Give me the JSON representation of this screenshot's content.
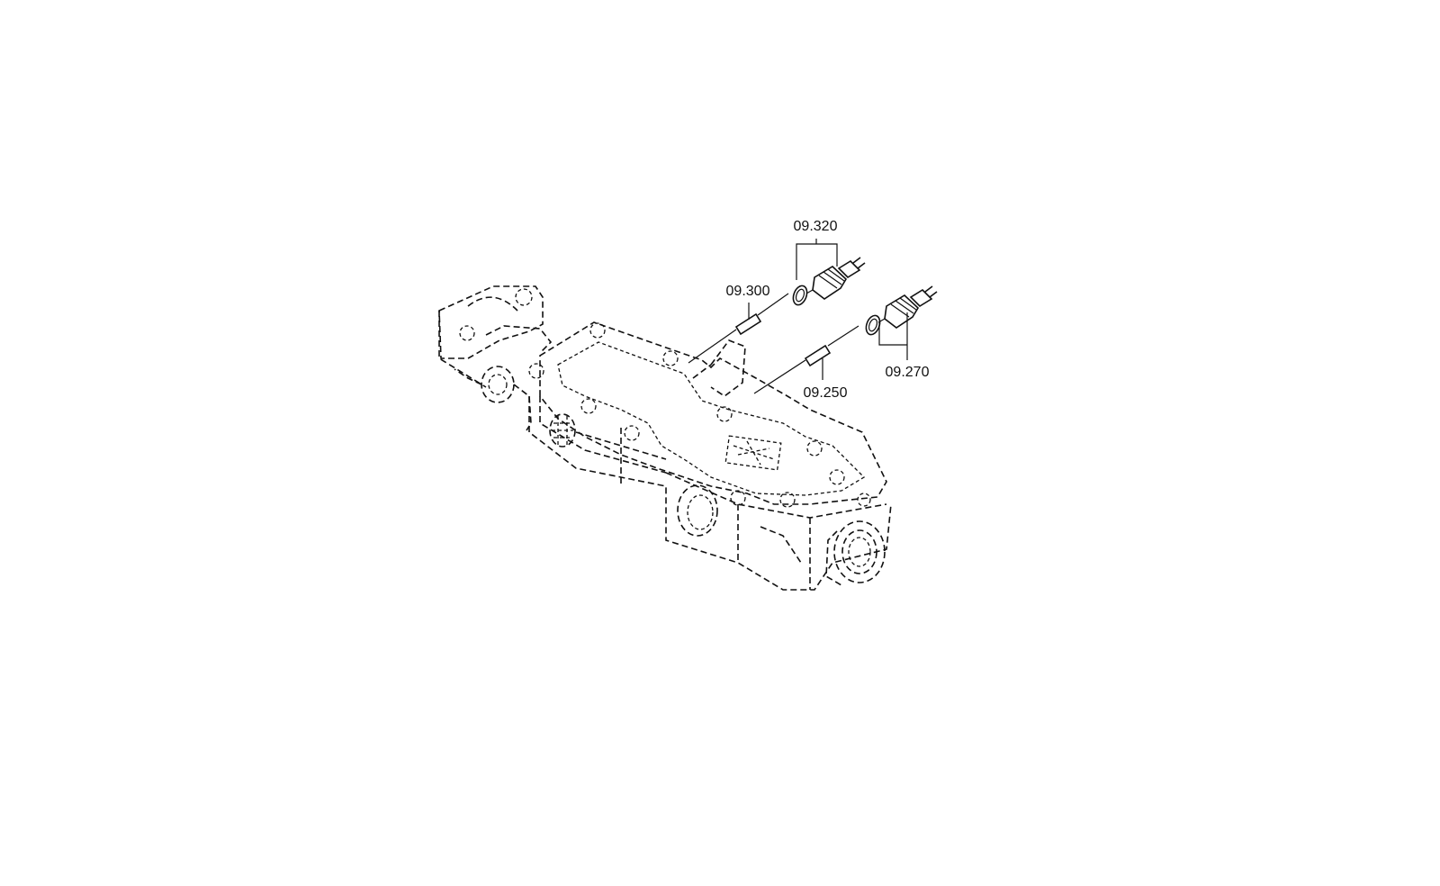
{
  "callouts": [
    {
      "id": "p09320",
      "label": "09.320"
    },
    {
      "id": "p09300",
      "label": "09.300"
    },
    {
      "id": "p09270",
      "label": "09.270"
    },
    {
      "id": "p09250",
      "label": "09.250"
    }
  ],
  "colors": {
    "ink": "#111111",
    "background": "#ffffff"
  }
}
